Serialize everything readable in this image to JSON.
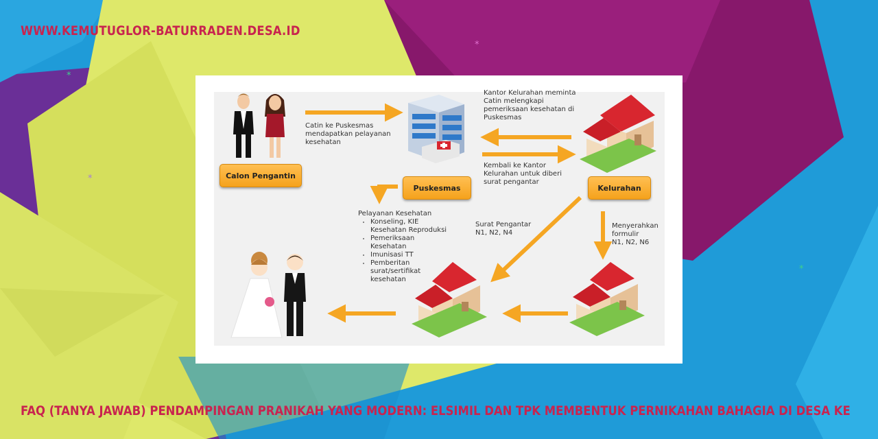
{
  "header": {
    "site_url": "WWW.KEMUTUGLOR-BATURRADEN.DESA.ID"
  },
  "caption": {
    "title": "FAQ (TANYA JAWAB) PENDAMPINGAN PRANIKAH YANG MODERN: ELSIMIL DAN TPK MEMBENTUK PERNIKAHAN BAHAGIA DI DESA KEMUTUG LOR"
  },
  "diagram": {
    "labels": {
      "calon_pengantin": "Calon Pengantin",
      "puskesmas": "Puskesmas",
      "kelurahan": "Kelurahan"
    },
    "texts": {
      "catin_ke_puskesmas": "Catin ke Puskesmas\nmendapatkan pelayanan\nkesehatan",
      "kantor_kelurahan": "Kantor Kelurahan meminta\nCatin melengkapi\npemeriksaan kesehatan di\nPuskesmas",
      "kembali": "Kembali ke Kantor\nKelurahan untuk diberi\nsurat pengantar",
      "surat_pengantar": "Surat Pengantar\nN1, N2, N4",
      "menyerahkan": "Menyerahkan\nformulir\nN1, N2, N6"
    },
    "services_title": "Pelayanan Kesehatan",
    "services": [
      "Konseling, KIE\nKesehatan Reproduksi",
      "Pemeriksaan\nKesehatan",
      "Imunisasi TT",
      "Pemberitan\nsurat/sertifikat\nkesehatan"
    ]
  },
  "colors": {
    "accent_text": "#c8244f",
    "arrow": "#f5a623",
    "envelope_yellow": "#dfe86a",
    "purple": "#7d2a8f",
    "magenta": "#8a1a6e",
    "blue": "#1e9ad6"
  }
}
